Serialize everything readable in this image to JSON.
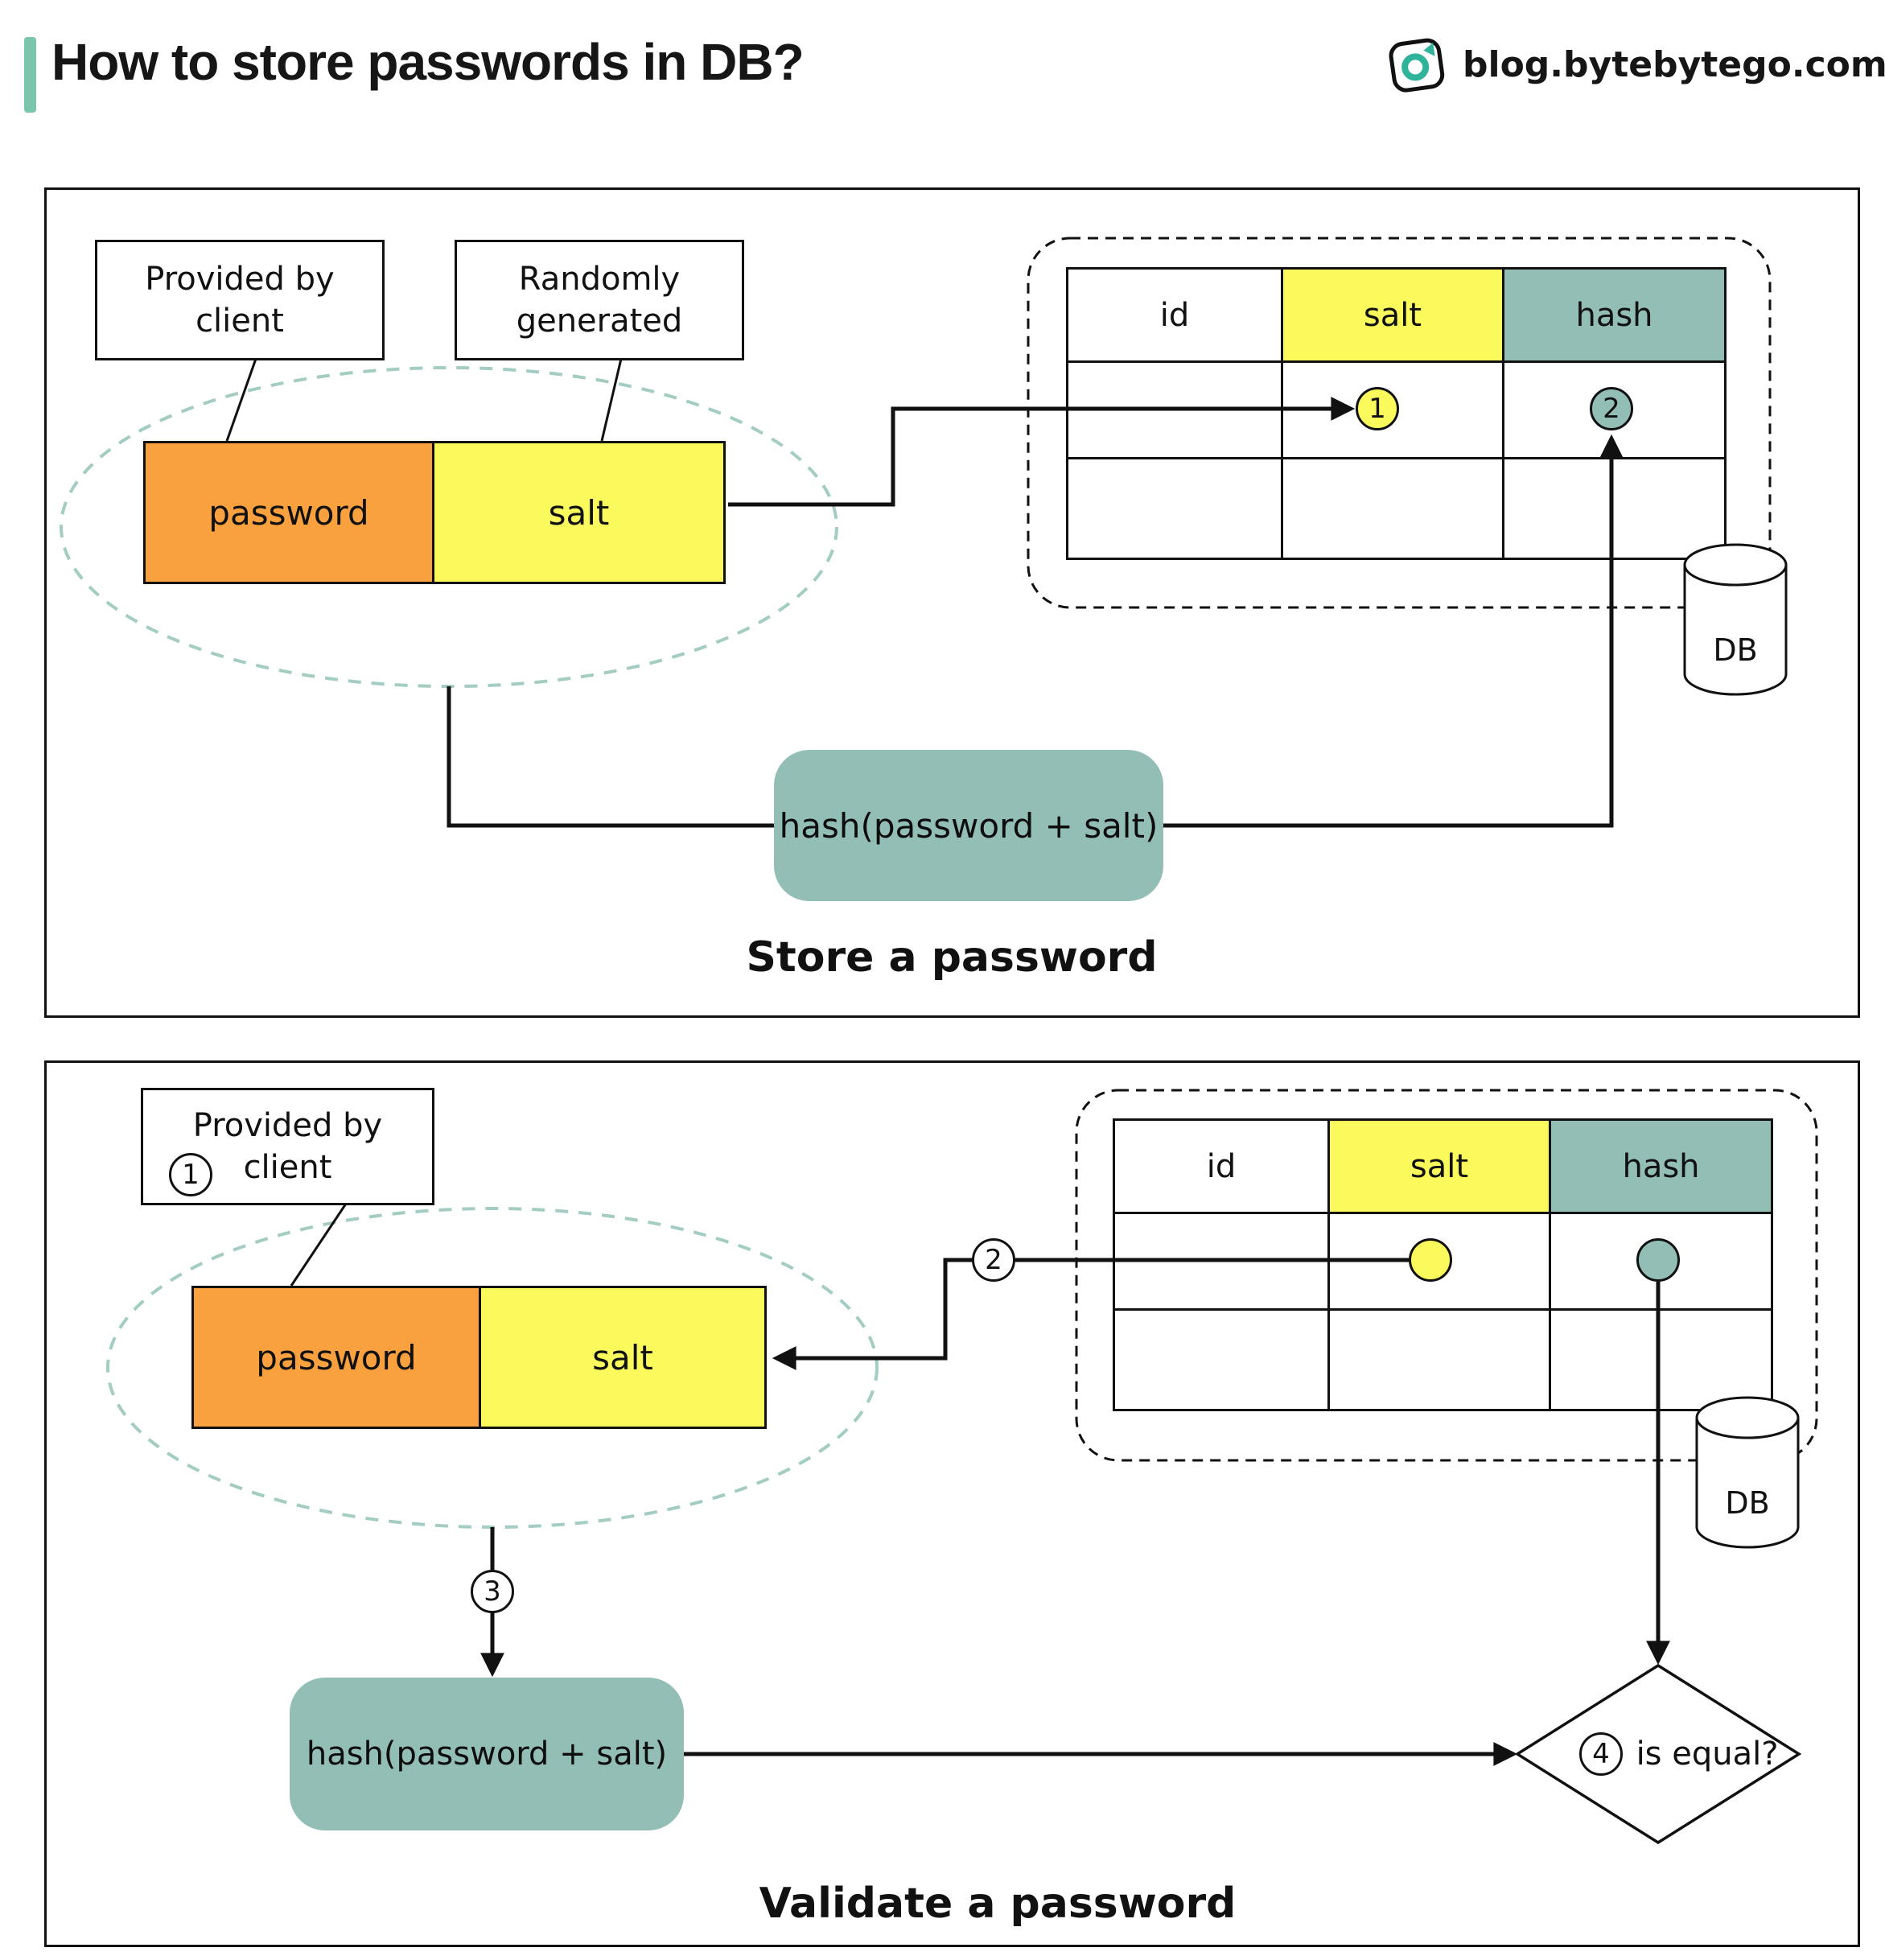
{
  "header": {
    "title": "How to store passwords in DB?",
    "site": "blog.bytebytego.com"
  },
  "colors": {
    "accent_bar": "#7CC5AD",
    "password_orange": "#F9A03F",
    "salt_yellow": "#FBFA5C",
    "hash_teal": "#92BEB5",
    "ellipse_dash": "#A3CCC2",
    "logo_teal": "#2FB39B"
  },
  "store": {
    "caption": "Store a password",
    "callout_client": {
      "line1": "Provided by",
      "line2": "client"
    },
    "callout_random": {
      "line1": "Randomly",
      "line2": "generated"
    },
    "password_label": "password",
    "salt_label": "salt",
    "hash_fn": "hash(password + salt)",
    "db_label": "DB",
    "badge1": "1",
    "badge2": "2",
    "table": {
      "headers": [
        "id",
        "salt",
        "hash"
      ]
    }
  },
  "validate": {
    "caption": "Validate a password",
    "callout_client": {
      "line1": "Provided by",
      "line2": "client"
    },
    "password_label": "password",
    "salt_label": "salt",
    "hash_fn": "hash(password + salt)",
    "db_label": "DB",
    "badge1": "1",
    "badge2": "2",
    "badge3": "3",
    "badge4": "4",
    "is_equal": "is equal?",
    "table": {
      "headers": [
        "id",
        "salt",
        "hash"
      ]
    }
  }
}
